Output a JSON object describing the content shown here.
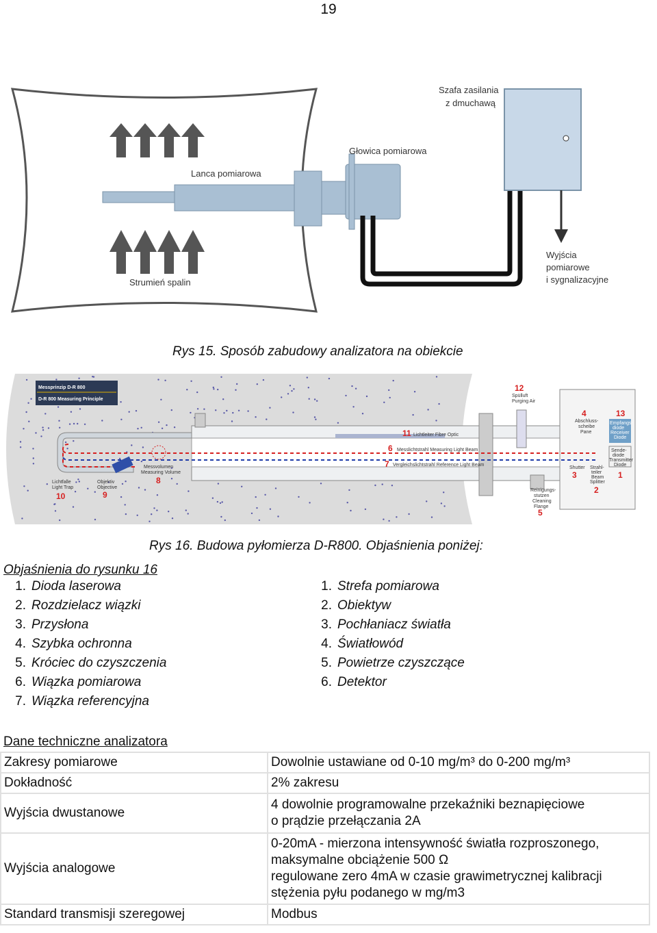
{
  "page_number": "19",
  "figure15": {
    "labels": {
      "cabinet": [
        "Szafa zasilania",
        "z dmuchawą"
      ],
      "head": "Głowica pomiarowa",
      "lance": "Lanca pomiarowa",
      "flow": "Strumień spalin",
      "outputs": [
        "Wyjścia",
        "pomiarowe",
        "i sygnalizacyjne"
      ]
    },
    "caption": "Rys 15. Sposób zabudowy analizatora na obiekcie"
  },
  "figure16": {
    "header": [
      "Messprinzip D-R 800",
      "D-R 800 Measuring Principle"
    ],
    "labels": {
      "n12": "12",
      "purge": [
        "Spülluft",
        "Purging Air"
      ],
      "n11": "11",
      "fibre": "Lichtleiter  Fibre Optic",
      "n6": "6",
      "measuring_beam": "Messlichtstrahl   Measuring Light Beam",
      "n7": "7",
      "reference_beam": "Vergleichslichtstrahl   Reference Light Beam",
      "n4": "4",
      "pane": [
        "Abschluss-",
        "scheibe",
        "Pane"
      ],
      "n13": "13",
      "receiver": [
        "Empfangs-",
        "diode",
        "Receiver",
        "Diode"
      ],
      "transmitter": [
        "Sende-",
        "diode",
        "Transmitter",
        "Diode"
      ],
      "n3": "3",
      "shutter": "Shutter",
      "splitter": [
        "Strahl-",
        "teiler",
        "Beam",
        "Splitter"
      ],
      "n2": "2",
      "n1": "1",
      "cleaning": [
        "Reinigungs-",
        "stutzen",
        "Cleaning",
        "Flange"
      ],
      "n5": "5",
      "light_trap": [
        "Lichtfalle",
        "Light Trap"
      ],
      "n10": "10",
      "objective": [
        "Objektiv",
        "Objective"
      ],
      "n9": "9",
      "volume": [
        "Messvolumen",
        "Measuring Volume"
      ],
      "n8": "8"
    },
    "caption": "Rys 16. Budowa pyłomierza D-R800. Objaśnienia poniżej:"
  },
  "explanations": {
    "title": "Objaśnienia do rysunku 16",
    "left": [
      {
        "n": "1.",
        "t": "Dioda laserowa"
      },
      {
        "n": "2.",
        "t": "Rozdzielacz wiązki"
      },
      {
        "n": "3.",
        "t": "Przysłona"
      },
      {
        "n": "4.",
        "t": "Szybka ochronna"
      },
      {
        "n": "5.",
        "t": "Króciec do czyszczenia"
      },
      {
        "n": "6.",
        "t": "Wiązka pomiarowa"
      },
      {
        "n": "7.",
        "t": "Wiązka referencyjna"
      }
    ],
    "right": [
      {
        "n": "1.",
        "t": "Strefa pomiarowa"
      },
      {
        "n": "2.",
        "t": "Obiektyw"
      },
      {
        "n": "3.",
        "t": "Pochłaniacz światła"
      },
      {
        "n": "4.",
        "t": "Światłowód"
      },
      {
        "n": "5.",
        "t": "Powietrze czyszczące"
      },
      {
        "n": "6.",
        "t": "Detektor"
      }
    ]
  },
  "tech": {
    "title": "Dane techniczne analizatora",
    "rows": [
      {
        "key": "Zakresy pomiarowe",
        "lines": [
          "Dowolnie ustawiane od 0-10 mg/m³ do 0-200 mg/m³"
        ]
      },
      {
        "key": "Dokładność",
        "lines": [
          "2% zakresu"
        ]
      },
      {
        "key": "Wyjścia dwustanowe",
        "lines": [
          "4 dowolnie programowalne przekaźniki beznapięciowe",
          "o prądzie przełączania  2A"
        ]
      },
      {
        "key": "Wyjścia analogowe",
        "lines": [
          "0-20mA - mierzona intensywność światła rozproszonego,",
          "maksymalne obciążenie 500 Ω",
          "regulowane zero 4mA w czasie grawimetrycznej kalibracji",
          "stężenia pyłu podanego w mg/m3"
        ]
      },
      {
        "key": "Standard transmisji szeregowej",
        "lines": [
          "Modbus"
        ]
      }
    ]
  }
}
